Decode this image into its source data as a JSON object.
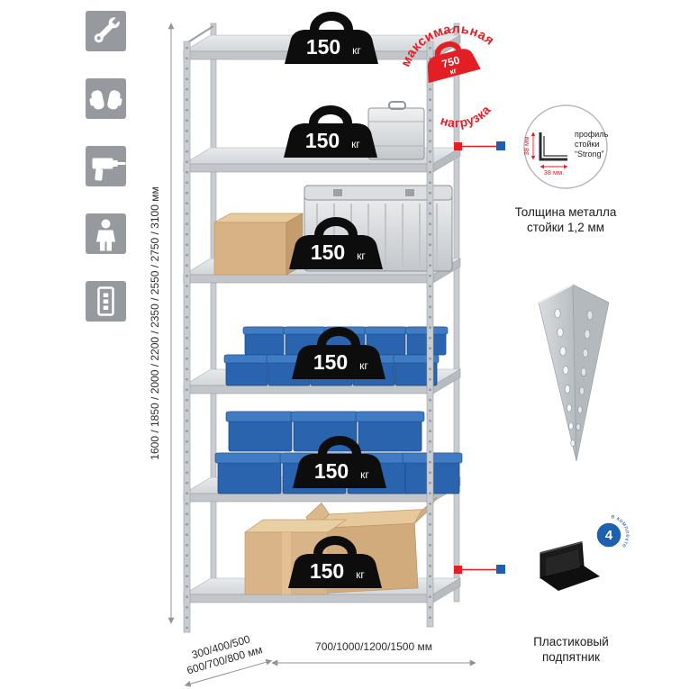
{
  "colors": {
    "red": "#e31e24",
    "blue": "#1f5fb0",
    "icon_grey": "#969a9f",
    "bin_blue": "#2a63ae"
  },
  "sidebar": {
    "icons": [
      {
        "name": "wrench"
      },
      {
        "name": "gloves"
      },
      {
        "name": "drill"
      },
      {
        "name": "person"
      },
      {
        "name": "rack-post"
      }
    ]
  },
  "dimensions": {
    "height": "1600 / 1850 / 2000 / 2200 / 2350 / 2550 / 2750 / 3100 мм",
    "depth_line1": "300/400/500",
    "depth_line2": "600/700/800 мм",
    "width": "700/1000/1200/1500 мм"
  },
  "rack": {
    "shelf_loads": [
      {
        "value": "150",
        "unit": "кг"
      },
      {
        "value": "150",
        "unit": "кг"
      },
      {
        "value": "150",
        "unit": "кг"
      },
      {
        "value": "150",
        "unit": "кг"
      },
      {
        "value": "150",
        "unit": "кг"
      },
      {
        "value": "150",
        "unit": "кг"
      }
    ]
  },
  "stamp": {
    "arc_top": "максимальная",
    "arc_bottom": "нагрузка",
    "value": "750",
    "unit": "кг"
  },
  "profile": {
    "label_line1": "профиль",
    "label_line2": "стойки",
    "label_line3": "“Strong”",
    "dim_v": "38 мм",
    "dim_h": "38 мм.",
    "caption1": "Толщина металла",
    "caption2": "стойки 1,2 мм"
  },
  "foot": {
    "badge_value": "4",
    "badge_arc": "в комплекте",
    "caption1": "Пластиковый",
    "caption2": "подпятник"
  }
}
